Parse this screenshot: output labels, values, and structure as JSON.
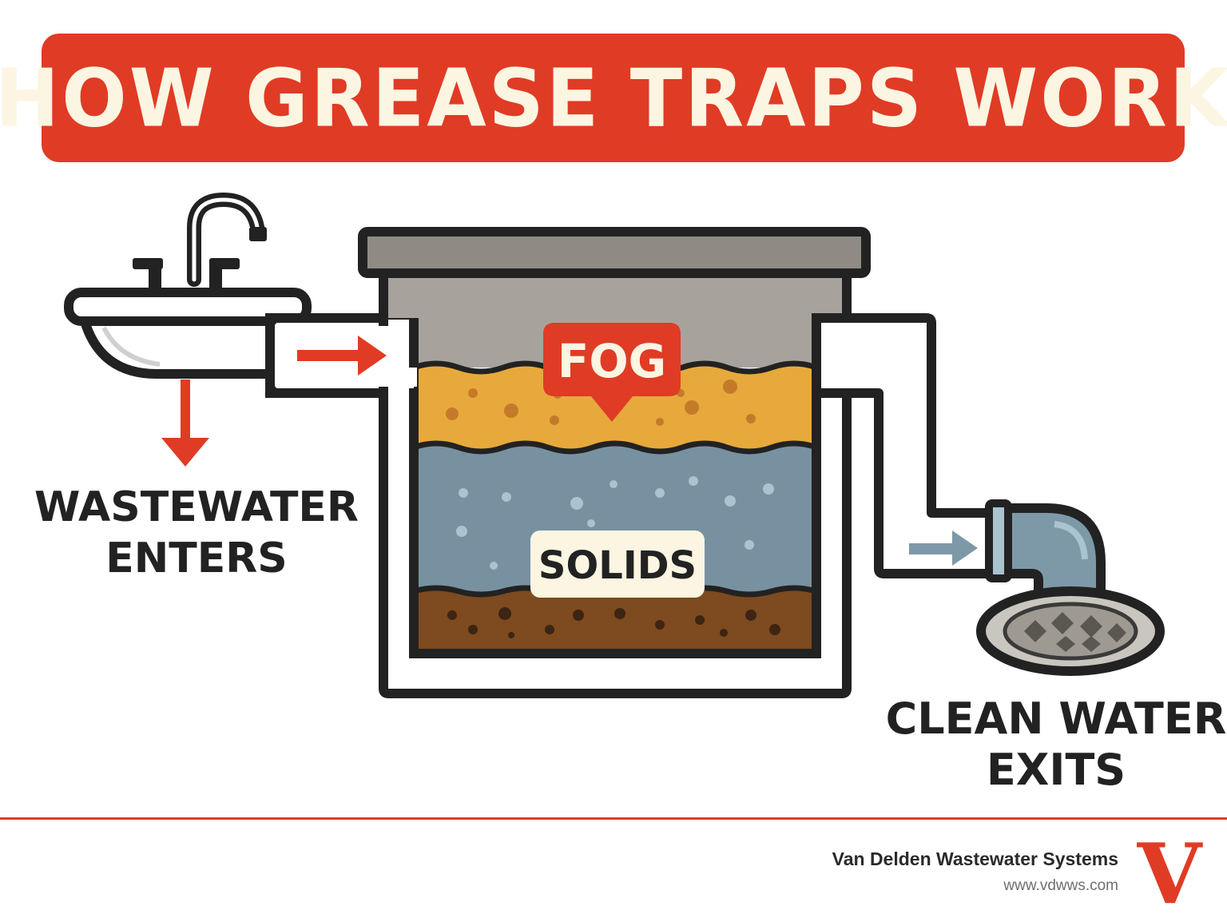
{
  "title": "HOW GREASE TRAPS WORK",
  "labels": {
    "fog": "FOG",
    "solids": "SOLIDS",
    "wastewater_line1": "WASTEWATER",
    "wastewater_line2": "ENTERS",
    "clean_line1": "CLEAN WATER",
    "clean_line2": "EXITS"
  },
  "footer": {
    "company": "Van Delden Wastewater Systems",
    "website": "www.vdwws.com",
    "logo_letter": "V"
  },
  "colors": {
    "accent_red": "#e03b25",
    "outline": "#222222",
    "lid": "#8f8b84",
    "air_gap": "#a7a39c",
    "grease_layer": "#e7a93c",
    "water_layer": "#7891a0",
    "sludge_layer": "#7e4a1f",
    "outlet_pipe": "#7d99a8",
    "cream": "#fbf5e2"
  },
  "icons": {
    "sink": "sink-faucet-icon",
    "drain": "floor-drain-icon",
    "logo": "v-logo-icon"
  }
}
